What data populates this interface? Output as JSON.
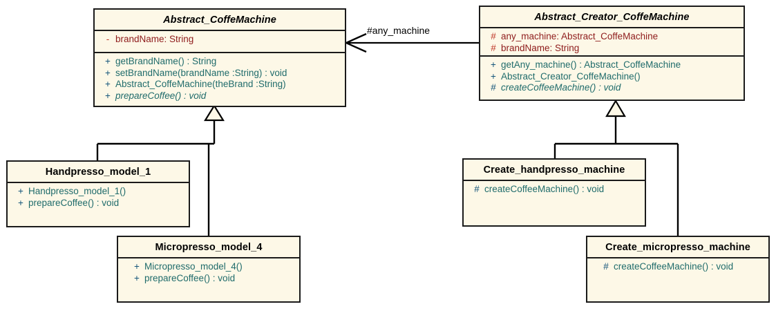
{
  "diagram": {
    "title": "Abstract Factory UML class diagram",
    "type": "uml-class-diagram",
    "colors": {
      "box_fill": "#fdf8e7",
      "box_border": "#1a1a1a",
      "attribute_text": "#8e1b1b",
      "attribute_marker": "#c0392b",
      "method_text": "#1f6b6b",
      "method_marker": "#15557a",
      "title_text": "#000000",
      "line": "#000000",
      "background": "#ffffff"
    }
  },
  "classes": {
    "abstract_coffemachine": {
      "name": "Abstract_CoffeMachine",
      "abstract": true,
      "attributes": [
        {
          "visibility": "-",
          "text": "brandName:  String"
        }
      ],
      "methods": [
        {
          "visibility": "+",
          "text": "getBrandName() : String",
          "abstract": false
        },
        {
          "visibility": "+",
          "text": "setBrandName(brandName :String) : void",
          "abstract": false
        },
        {
          "visibility": "+",
          "text": "Abstract_CoffeMachine(theBrand :String)",
          "abstract": false
        },
        {
          "visibility": "+",
          "text": "prepareCoffee() : void",
          "abstract": true
        }
      ]
    },
    "abstract_creator_coffemachine": {
      "name": "Abstract_Creator_CoffeMachine",
      "abstract": true,
      "attributes": [
        {
          "visibility": "#",
          "text": "any_machine:  Abstract_CoffeMachine"
        },
        {
          "visibility": "#",
          "text": "brandName:  String"
        }
      ],
      "methods": [
        {
          "visibility": "+",
          "text": "getAny_machine() : Abstract_CoffeMachine",
          "abstract": false
        },
        {
          "visibility": "+",
          "text": "Abstract_Creator_CoffeMachine()",
          "abstract": false
        },
        {
          "visibility": "#",
          "text": "createCoffeeMachine() : void",
          "abstract": true
        }
      ]
    },
    "handpresso_model_1": {
      "name": "Handpresso_model_1",
      "abstract": false,
      "attributes": [],
      "methods": [
        {
          "visibility": "+",
          "text": "Handpresso_model_1()",
          "abstract": false
        },
        {
          "visibility": "+",
          "text": "prepareCoffee() : void",
          "abstract": false
        }
      ]
    },
    "micropresso_model_4": {
      "name": "Micropresso_model_4",
      "abstract": false,
      "attributes": [],
      "methods": [
        {
          "visibility": "+",
          "text": "Micropresso_model_4()",
          "abstract": false
        },
        {
          "visibility": "+",
          "text": "prepareCoffee() : void",
          "abstract": false
        }
      ]
    },
    "create_handpresso_machine": {
      "name": "Create_handpresso_machine",
      "abstract": false,
      "attributes": [],
      "methods": [
        {
          "visibility": "#",
          "text": "createCoffeeMachine() : void",
          "abstract": false
        }
      ]
    },
    "create_micropresso_machine": {
      "name": "Create_micropresso_machine",
      "abstract": false,
      "attributes": [],
      "methods": [
        {
          "visibility": "#",
          "text": "createCoffeeMachine() : void",
          "abstract": false
        }
      ]
    }
  },
  "relationships": {
    "association": {
      "label": "#any_machine",
      "from": "Abstract_Creator_CoffeMachine",
      "to": "Abstract_CoffeMachine",
      "kind": "directed-association"
    },
    "generalizations": [
      {
        "child": "Handpresso_model_1",
        "parent": "Abstract_CoffeMachine"
      },
      {
        "child": "Micropresso_model_4",
        "parent": "Abstract_CoffeMachine"
      },
      {
        "child": "Create_handpresso_machine",
        "parent": "Abstract_Creator_CoffeMachine"
      },
      {
        "child": "Create_micropresso_machine",
        "parent": "Abstract_Creator_CoffeMachine"
      }
    ]
  }
}
